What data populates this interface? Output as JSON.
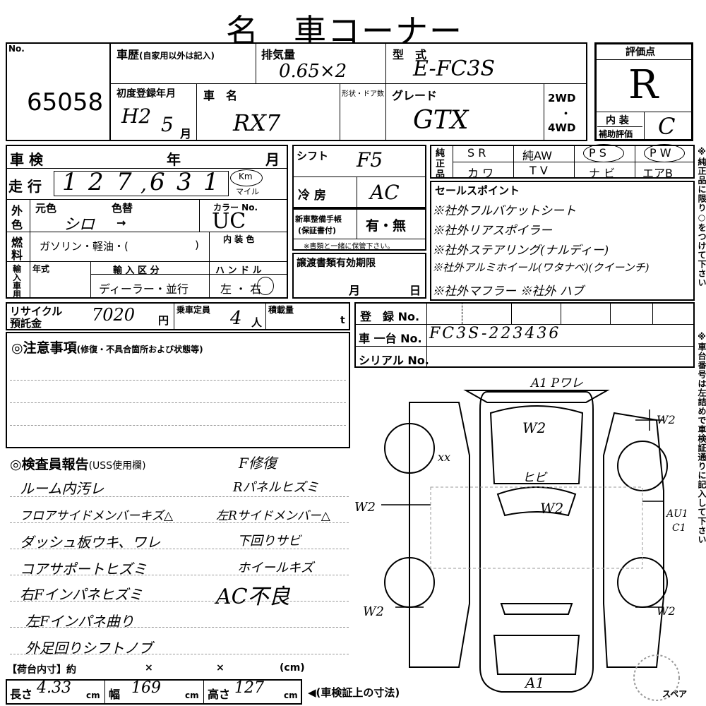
{
  "header": {
    "title": "名　車コーナー"
  },
  "top": {
    "no_label": "No.",
    "no_value": "65058",
    "history_label": "車歴",
    "history_note": "(自家用以外は記入)",
    "displacement_label": "排気量",
    "displacement_value": "0.65×2",
    "model_label": "型　式",
    "model_value": "E-FC3S",
    "rating_label": "評価点",
    "rating_value": "R",
    "reg_label": "初度登録年月",
    "reg_value": "H2",
    "reg_month": "5",
    "reg_unit": "月",
    "car_name_label": "車　名",
    "car_name_value": "RX7",
    "body_label": "形状・ドア数",
    "grade_label": "グレード",
    "grade_value": "GTX",
    "drive_2wd": "2WD",
    "drive_dot": "・",
    "drive_4wd": "4WD",
    "interior_label": "内 装",
    "interior_sub": "補助評価",
    "interior_value": "C"
  },
  "left": {
    "inspection_label": "車 検",
    "year_label": "年",
    "month_label": "月",
    "mileage_label": "走 行",
    "mileage_digits": [
      "1",
      "2",
      "7",
      "6",
      "3",
      "1"
    ],
    "mileage_comma": ",",
    "km_label": "Km",
    "mile_label": "マイル",
    "color_side_1": "外",
    "color_side_2": "色",
    "orig_color_label": "元色",
    "repaint_label": "色替",
    "orig_color_value": "シロ",
    "arrow": "→",
    "color_no_label": "カラー No.",
    "color_no_value": "UC",
    "fuel_side_1": "燃",
    "fuel_side_2": "料",
    "fuel_text": "ガソリン・軽油・(",
    "fuel_close": ")",
    "interior_color_label": "内 装 色",
    "import_side": [
      "輸",
      "入",
      "車",
      "用"
    ],
    "year_small": "年式",
    "import_type_label": "輸 入 区 分",
    "import_type_value": "ディーラー・並行",
    "handle_label": "ハ ン ド ル",
    "handle_value": "左 ・ 右",
    "recycle_label_1": "リサイクル",
    "recycle_label_2": "預託金",
    "recycle_value": "7020",
    "recycle_unit": "円",
    "capacity_label": "乗車定員",
    "capacity_value": "4",
    "capacity_unit": "人",
    "load_label": "積載量",
    "load_unit": "t"
  },
  "mid": {
    "shift_label": "シフト",
    "shift_value": "F5",
    "ac_label": "冷 房",
    "ac_value": "AC",
    "manual_label_1": "新車整備手帳",
    "manual_label_2": "(保証書付)",
    "manual_value": "有・無",
    "manual_note": "※書類と一緒に保管下さい。",
    "transfer_label": "譲渡書類有効期限",
    "transfer_month": "月",
    "transfer_day": "日"
  },
  "options": {
    "side_1": "純",
    "side_2": "正",
    "side_3": "品",
    "row1": [
      "S R",
      "純AW",
      "P S",
      "P W"
    ],
    "row2": [
      "カ ワ",
      "T V",
      "ナ ビ",
      "エアB"
    ]
  },
  "sales": {
    "label": "セールスポイント",
    "lines": [
      "※社外フルバケットシート",
      "※社外リアスポイラー",
      "※社外ステアリング(ナルディー)",
      "※社外アルミホイール(ワタナベ)(クイーンチ)",
      "※社外マフラー ※社外 ハブ"
    ]
  },
  "register": {
    "reg_no_label": "登　録 No.",
    "vin_label": "車 一台 No.",
    "vin_value": "FC3S-223436",
    "serial_label": "シリアル No."
  },
  "notes": {
    "label": "◎注意事項",
    "sub": "(修復・不具合箇所および状態等)"
  },
  "inspector": {
    "label": "◎検査員報告",
    "sub": "(USS使用欄)",
    "top_note": "F修復",
    "left_lines": [
      "ルーム内汚レ",
      "フロアサイドメンバーキズ△",
      "ダッシュ板ウキ、ワレ",
      "コアサポートヒズミ",
      "右Fインパネヒズミ",
      "左Fインパネ曲り",
      "外足回りシフトノブ"
    ],
    "right_lines": [
      "Rパネルヒズミ",
      "左Rサイドメンバー△",
      "下回りサビ",
      "ホイールキズ",
      "AC不良"
    ]
  },
  "cargo": {
    "label": "【荷台内寸】約",
    "x1": "×",
    "x2": "×",
    "unit": "(cm)"
  },
  "dims": {
    "length_label": "長さ",
    "length_value": "4.33",
    "width_label": "幅",
    "width_value": "169",
    "height_label": "高さ",
    "height_value": "127",
    "unit": "cm",
    "pointer_label": "◀(車検証上の寸法)"
  },
  "diagram": {
    "top_mark": "A1 Pワレ",
    "hood_mark": "W2",
    "xx_mark": "xx",
    "windshield_mark": "ヒビ",
    "roof_mark": "W2",
    "left_door_mark": "W2",
    "right_fender_mark": "W2",
    "right_side_mark_1": "AU1",
    "right_side_mark_2": "C1",
    "left_rear_mark": "W2",
    "right_rear_mark": "W2",
    "bottom_mark": "A1",
    "spare_label": "スペア"
  },
  "side_text": {
    "line1": "※純正品に限り○をつけて下さい",
    "line2": "※車台番号は左詰めで車検証通りに記入して下さい"
  }
}
